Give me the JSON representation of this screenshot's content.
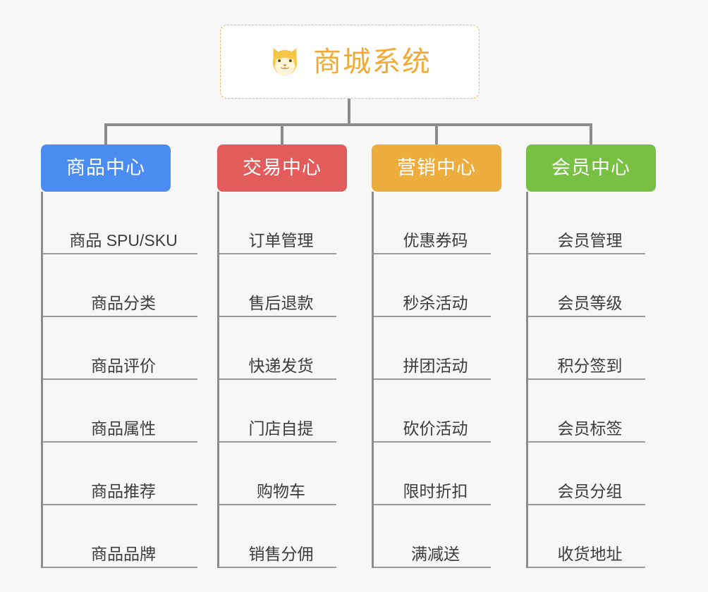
{
  "diagram": {
    "type": "org-chart",
    "background_color": "#f7f7f7",
    "connector_color": "#8c8c8c",
    "root": {
      "title": "商城系统",
      "icon": "shiba-dog-icon",
      "text_color": "#f1ab34",
      "border_color": "#e8b761",
      "background_color": "#ffffff"
    },
    "columns": [
      {
        "label": "商品中心",
        "color": "#4a8cf0",
        "items": [
          "商品 SPU/SKU",
          "商品分类",
          "商品评价",
          "商品属性",
          "商品推荐",
          "商品品牌"
        ]
      },
      {
        "label": "交易中心",
        "color": "#e25c5c",
        "items": [
          "订单管理",
          "售后退款",
          "快递发货",
          "门店自提",
          "购物车",
          "销售分佣"
        ]
      },
      {
        "label": "营销中心",
        "color": "#edad3e",
        "items": [
          "优惠券码",
          "秒杀活动",
          "拼团活动",
          "砍价活动",
          "限时折扣",
          "满减送"
        ]
      },
      {
        "label": "会员中心",
        "color": "#77c043",
        "items": [
          "会员管理",
          "会员等级",
          "积分签到",
          "会员标签",
          "会员分组",
          "收货地址"
        ]
      }
    ]
  }
}
